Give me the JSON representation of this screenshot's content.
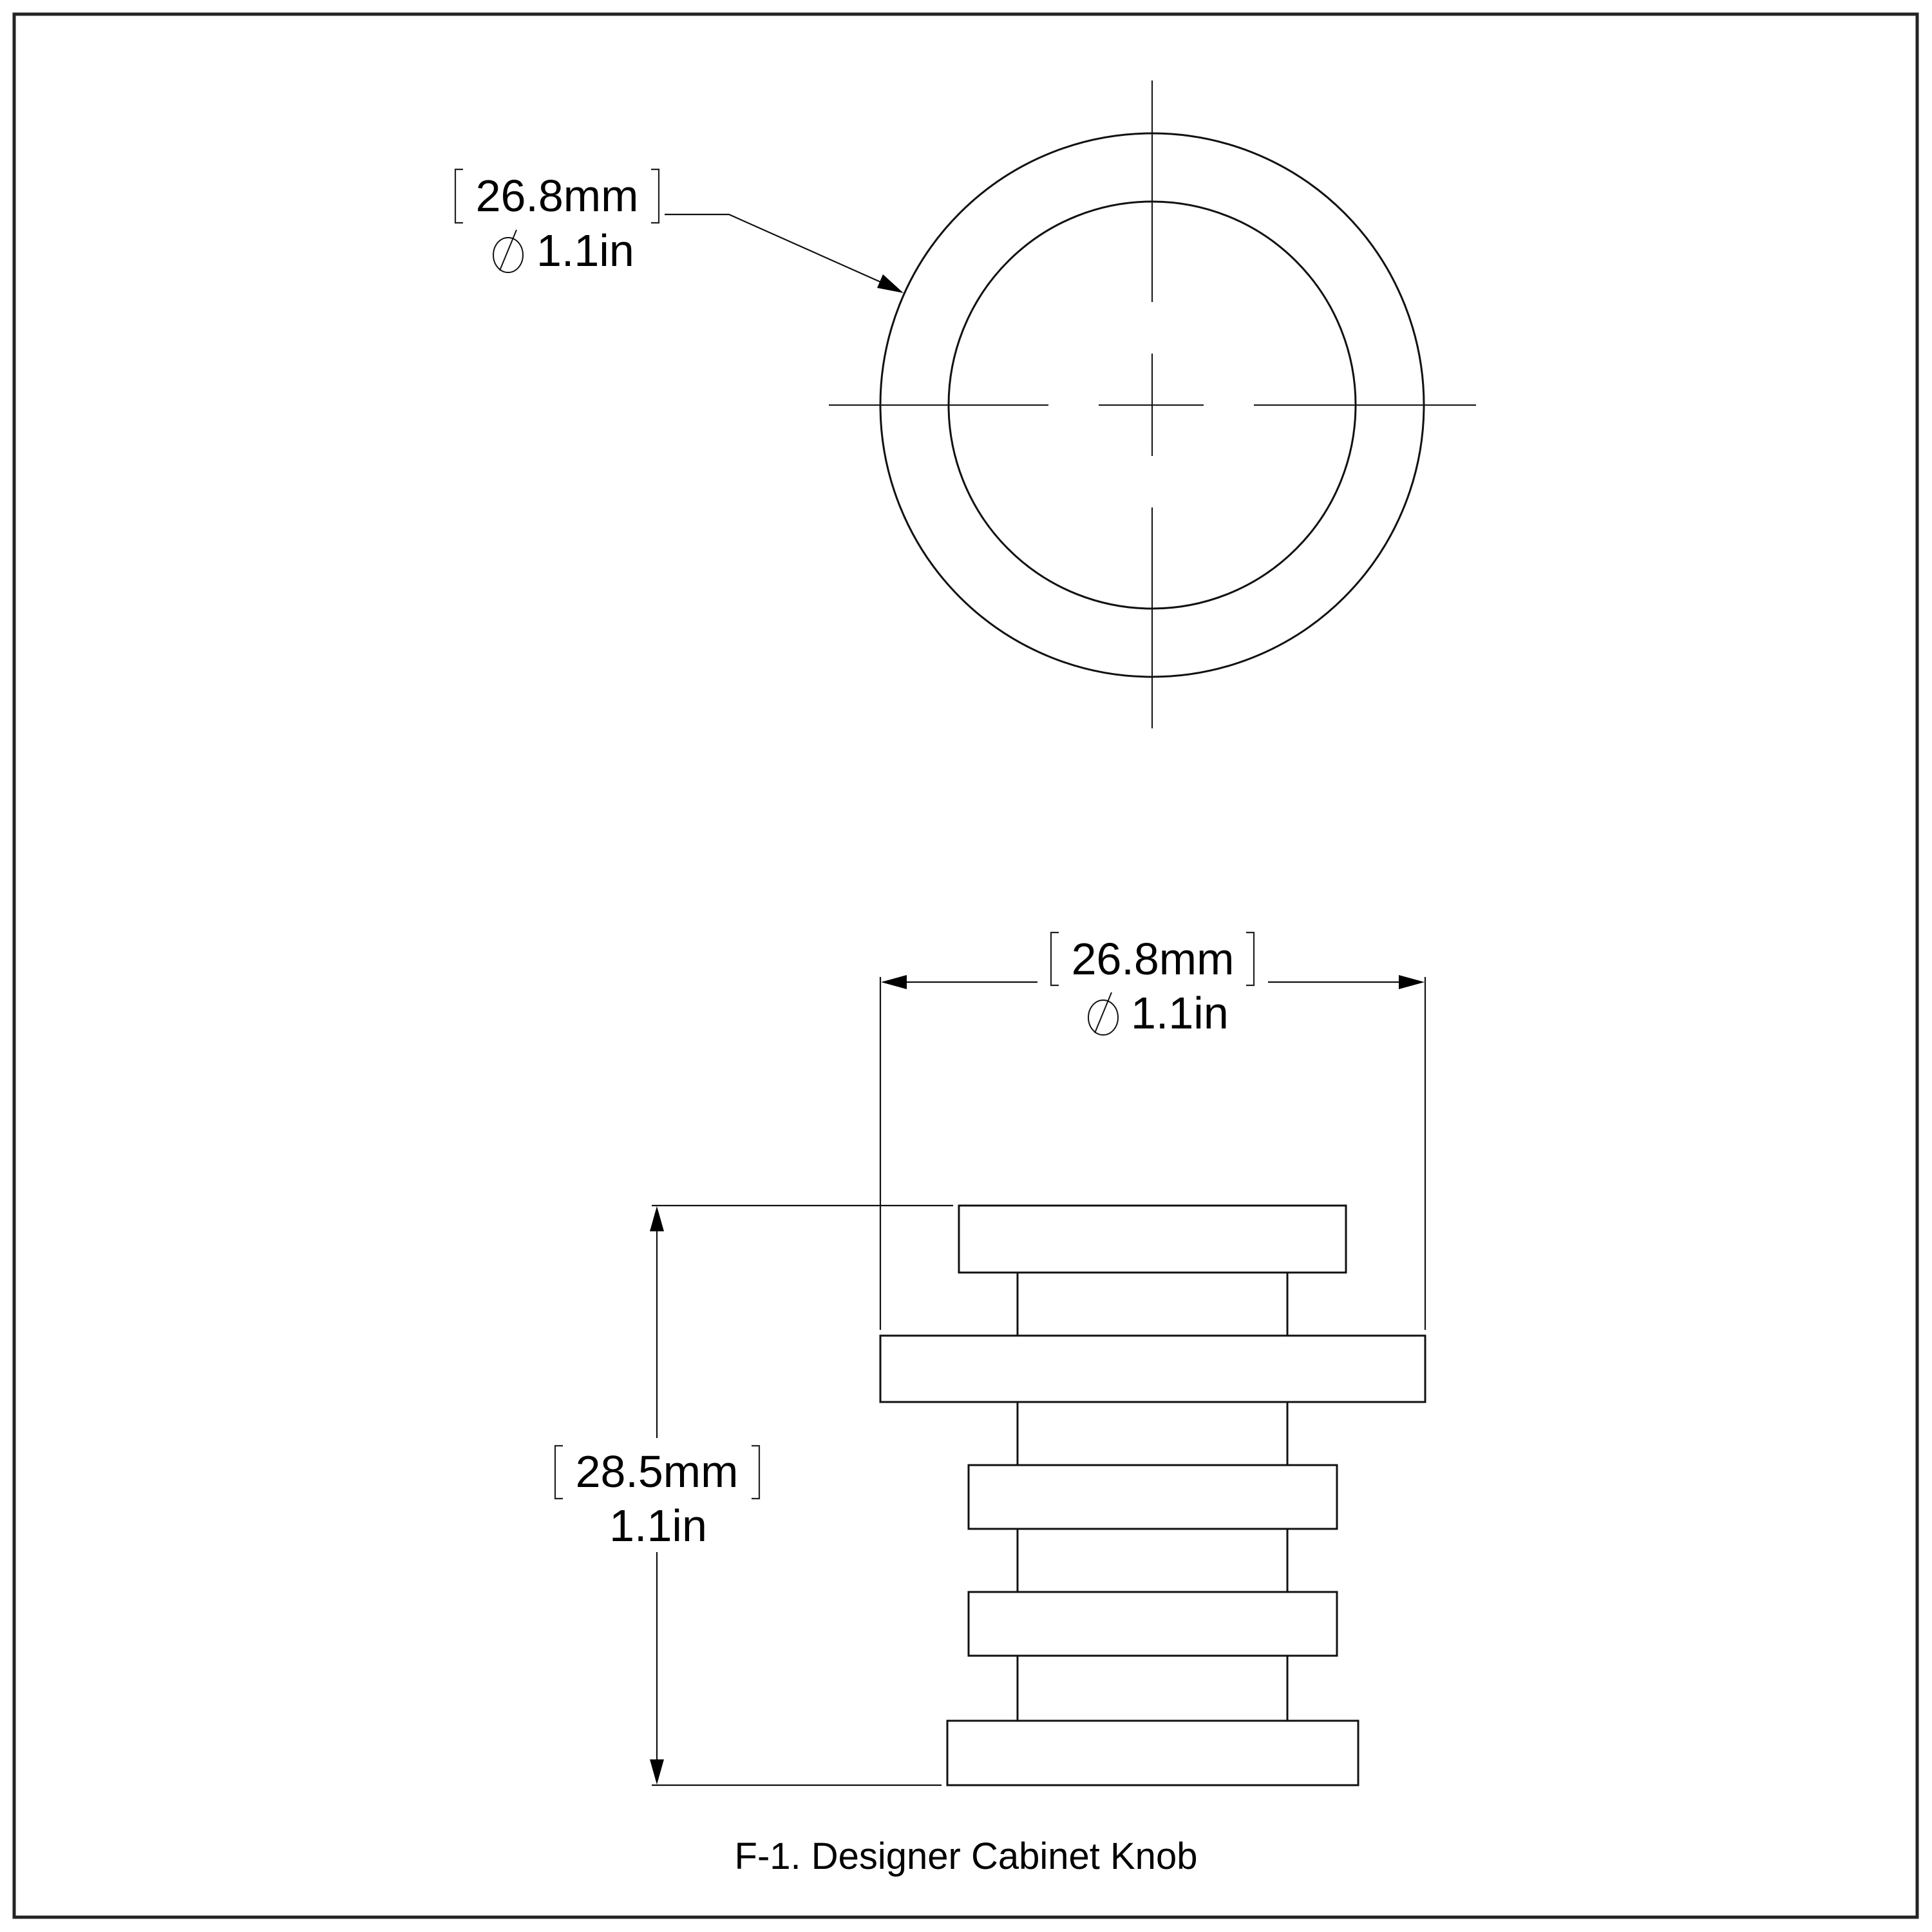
{
  "drawing": {
    "caption": "F-1. Designer Cabinet Knob",
    "top_view": {
      "diameter_mm": "26.8mm",
      "diameter_in": "1.1in",
      "diameter_symbol": "∅"
    },
    "front_view": {
      "width_mm": "26.8mm",
      "width_in": "1.1in",
      "width_symbol": "∅",
      "height_mm": "28.5mm",
      "height_in": "1.1in"
    },
    "colors": {
      "line": "#111111",
      "frame": "#232323",
      "background": "#ffffff"
    }
  }
}
